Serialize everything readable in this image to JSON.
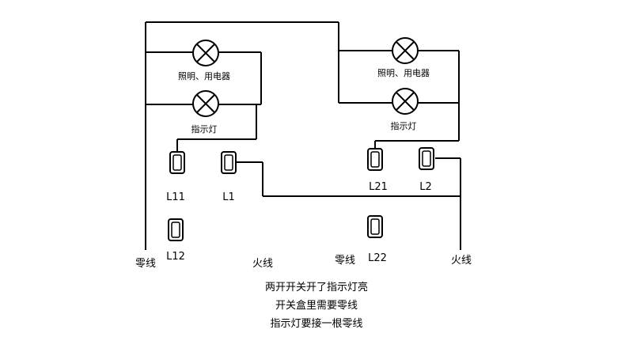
{
  "left_circuit": {
    "lamp_top_label": "照明、用电器",
    "lamp_bottom_label": "指示灯",
    "switches": [
      "L11",
      "L1",
      "L12"
    ]
  },
  "right_circuit": {
    "lamp_top_label": "照明、用电器",
    "lamp_bottom_label": "指示灯",
    "switches": [
      "L21",
      "L2",
      "L22"
    ]
  },
  "terminals": {
    "left_neutral": "零线",
    "left_live": "火线",
    "right_neutral": "零线",
    "right_live": "火线"
  },
  "notes": [
    "两开开关开了指示灯亮",
    "开关盒里需要零线",
    "指示灯要接一根零线"
  ]
}
